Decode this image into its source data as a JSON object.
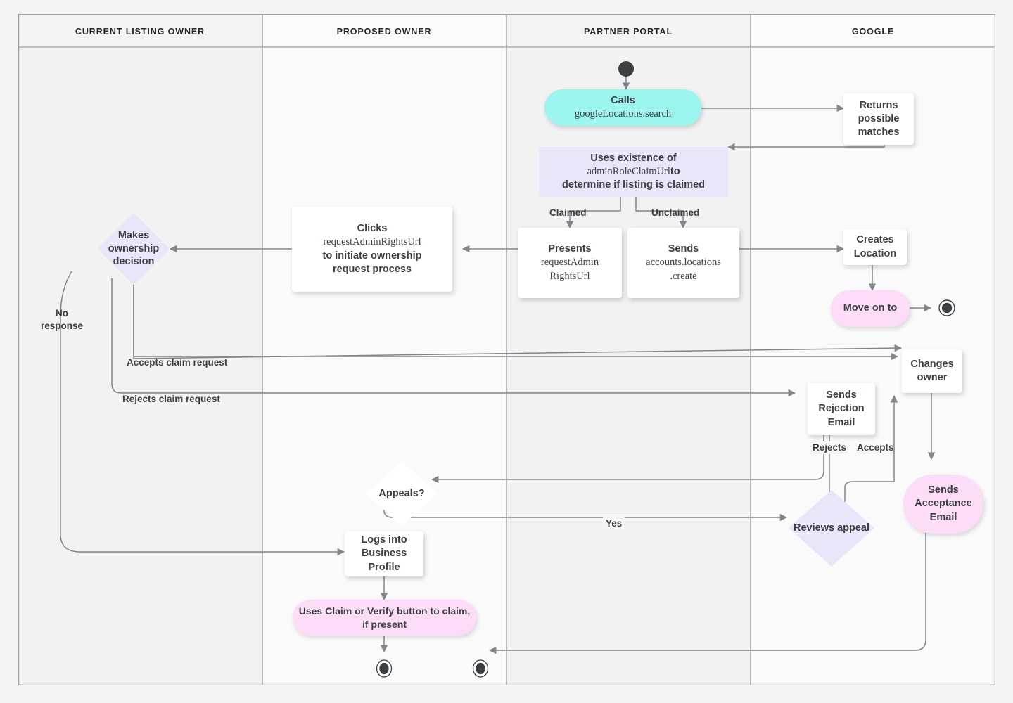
{
  "diagram": {
    "title": "Google Business Profile listing ownership transfer flow",
    "type": "swimlane-flowchart",
    "colors": {
      "canvas": "#f4f4f4",
      "lane_alt_a": "#f2f2f2",
      "lane_alt_b": "#fafafa",
      "lane_border": "#9aa0a6",
      "connector": "#80868b",
      "text": "#3c4043",
      "api_call": "#9df5ef",
      "decision_fill": "#eae6fa",
      "pink_action": "#fcdcf7",
      "white_node": "#ffffff",
      "terminal": "#3c4043"
    },
    "lanes": [
      {
        "id": "current-listing-owner",
        "label": "CURRENT LISTING OWNER"
      },
      {
        "id": "proposed-owner",
        "label": "PROPOSED OWNER"
      },
      {
        "id": "partner-portal",
        "label": "PARTNER PORTAL"
      },
      {
        "id": "google",
        "label": "GOOGLE"
      }
    ],
    "nodes": [
      {
        "id": "start",
        "lane": "partner-portal",
        "shape": "start-circle",
        "label": ""
      },
      {
        "id": "calls-search",
        "lane": "partner-portal",
        "shape": "rounded-pill",
        "style": "api_call",
        "line1": "Calls",
        "line2": "googleLocations.search"
      },
      {
        "id": "returns-matches",
        "lane": "google",
        "shape": "rect",
        "label": "Returns possible matches"
      },
      {
        "id": "uses-existence",
        "lane": "partner-portal",
        "shape": "rect",
        "style": "decision_fill",
        "line1": "Uses existence of",
        "line2": "adminRoleClaimUrl",
        "line3": " to",
        "line4": "determine if listing is claimed"
      },
      {
        "id": "presents-url",
        "lane": "partner-portal",
        "shape": "rect",
        "line1": "Presents",
        "line2": "requestAdmin",
        "line3": "RightsUrl"
      },
      {
        "id": "sends-create",
        "lane": "partner-portal",
        "shape": "rect",
        "line1": "Sends",
        "line2": "accounts.locations",
        "line3": ".create"
      },
      {
        "id": "creates-location",
        "lane": "google",
        "shape": "rect",
        "label": "Creates Location"
      },
      {
        "id": "move-on-to",
        "lane": "google",
        "shape": "rounded-pill",
        "style": "pink_action",
        "label": "Move on to"
      },
      {
        "id": "end-google-top",
        "lane": "google",
        "shape": "end-circle",
        "label": ""
      },
      {
        "id": "clicks-request",
        "lane": "proposed-owner",
        "shape": "rect",
        "line1": "Clicks",
        "line2": "requestAdminRightsUrl",
        "line3": "to initiate ownership",
        "line4": "request process"
      },
      {
        "id": "makes-decision",
        "lane": "current-listing-owner",
        "shape": "diamond",
        "style": "decision_fill",
        "label": "Makes ownership decision"
      },
      {
        "id": "changes-owner",
        "lane": "google",
        "shape": "rect",
        "label": "Changes owner"
      },
      {
        "id": "sends-rejection",
        "lane": "google",
        "shape": "rect",
        "label": "Sends Rejection Email"
      },
      {
        "id": "sends-acceptance",
        "lane": "google",
        "shape": "rounded-pill",
        "style": "pink_action",
        "label": "Sends Acceptance Email"
      },
      {
        "id": "appeals",
        "lane": "proposed-owner",
        "shape": "diamond",
        "style": "white_node",
        "label": "Appeals?"
      },
      {
        "id": "reviews-appeal",
        "lane": "google",
        "shape": "diamond",
        "style": "decision_fill",
        "label": "Reviews appeal"
      },
      {
        "id": "logs-into-bp",
        "lane": "proposed-owner",
        "shape": "rect",
        "label": "Logs into Business Profile"
      },
      {
        "id": "uses-claim-verify",
        "lane": "proposed-owner",
        "shape": "rounded-pill",
        "style": "pink_action",
        "label": "Uses Claim or Verify button to claim, if present"
      },
      {
        "id": "end-proposed-1",
        "lane": "proposed-owner",
        "shape": "end-circle",
        "label": ""
      },
      {
        "id": "end-proposed-2",
        "lane": "partner-portal",
        "shape": "end-circle",
        "label": ""
      }
    ],
    "node_text": {
      "calls_line1": "Calls",
      "calls_line2": "googleLocations.search",
      "returns_matches": "Returns possible matches",
      "uses_existence_l1": "Uses existence of",
      "uses_existence_l2": "adminRoleClaimUrl",
      "uses_existence_l2b": "to",
      "uses_existence_l3": "determine if listing is claimed",
      "presents_l1": "Presents",
      "presents_l2": "requestAdmin",
      "presents_l3": "RightsUrl",
      "sends_create_l1": "Sends",
      "sends_create_l2": "accounts.locations",
      "sends_create_l3": ".create",
      "creates_location": "Creates Location",
      "move_on_to": "Move on to",
      "clicks_l1": "Clicks",
      "clicks_l2": "requestAdminRightsUrl",
      "clicks_l3": "to initiate ownership",
      "clicks_l4": "request process",
      "makes_decision": "Makes ownership decision",
      "changes_owner": "Changes owner",
      "sends_rejection": "Sends Rejection Email",
      "sends_acceptance": "Sends Acceptance Email",
      "appeals": "Appeals?",
      "reviews_appeal": "Reviews appeal",
      "logs_into_bp": "Logs into Business Profile",
      "uses_claim_verify": "Uses Claim or Verify button to claim, if present"
    },
    "edge_labels": [
      {
        "id": "claimed",
        "text": "Claimed"
      },
      {
        "id": "unclaimed",
        "text": "Unclaimed"
      },
      {
        "id": "no-response",
        "text": "No\nresponse",
        "line1": "No",
        "line2": "response"
      },
      {
        "id": "accepts-claim-request",
        "text": "Accepts claim request"
      },
      {
        "id": "rejects-claim-request",
        "text": "Rejects claim request"
      },
      {
        "id": "rejects",
        "text": "Rejects"
      },
      {
        "id": "accepts",
        "text": "Accepts"
      },
      {
        "id": "yes",
        "text": "Yes"
      }
    ],
    "edge_label_text": {
      "claimed": "Claimed",
      "unclaimed": "Unclaimed",
      "no_response_l1": "No",
      "no_response_l2": "response",
      "accepts_claim_request": "Accepts claim request",
      "rejects_claim_request": "Rejects claim request",
      "rejects": "Rejects",
      "accepts": "Accepts",
      "yes": "Yes"
    }
  }
}
